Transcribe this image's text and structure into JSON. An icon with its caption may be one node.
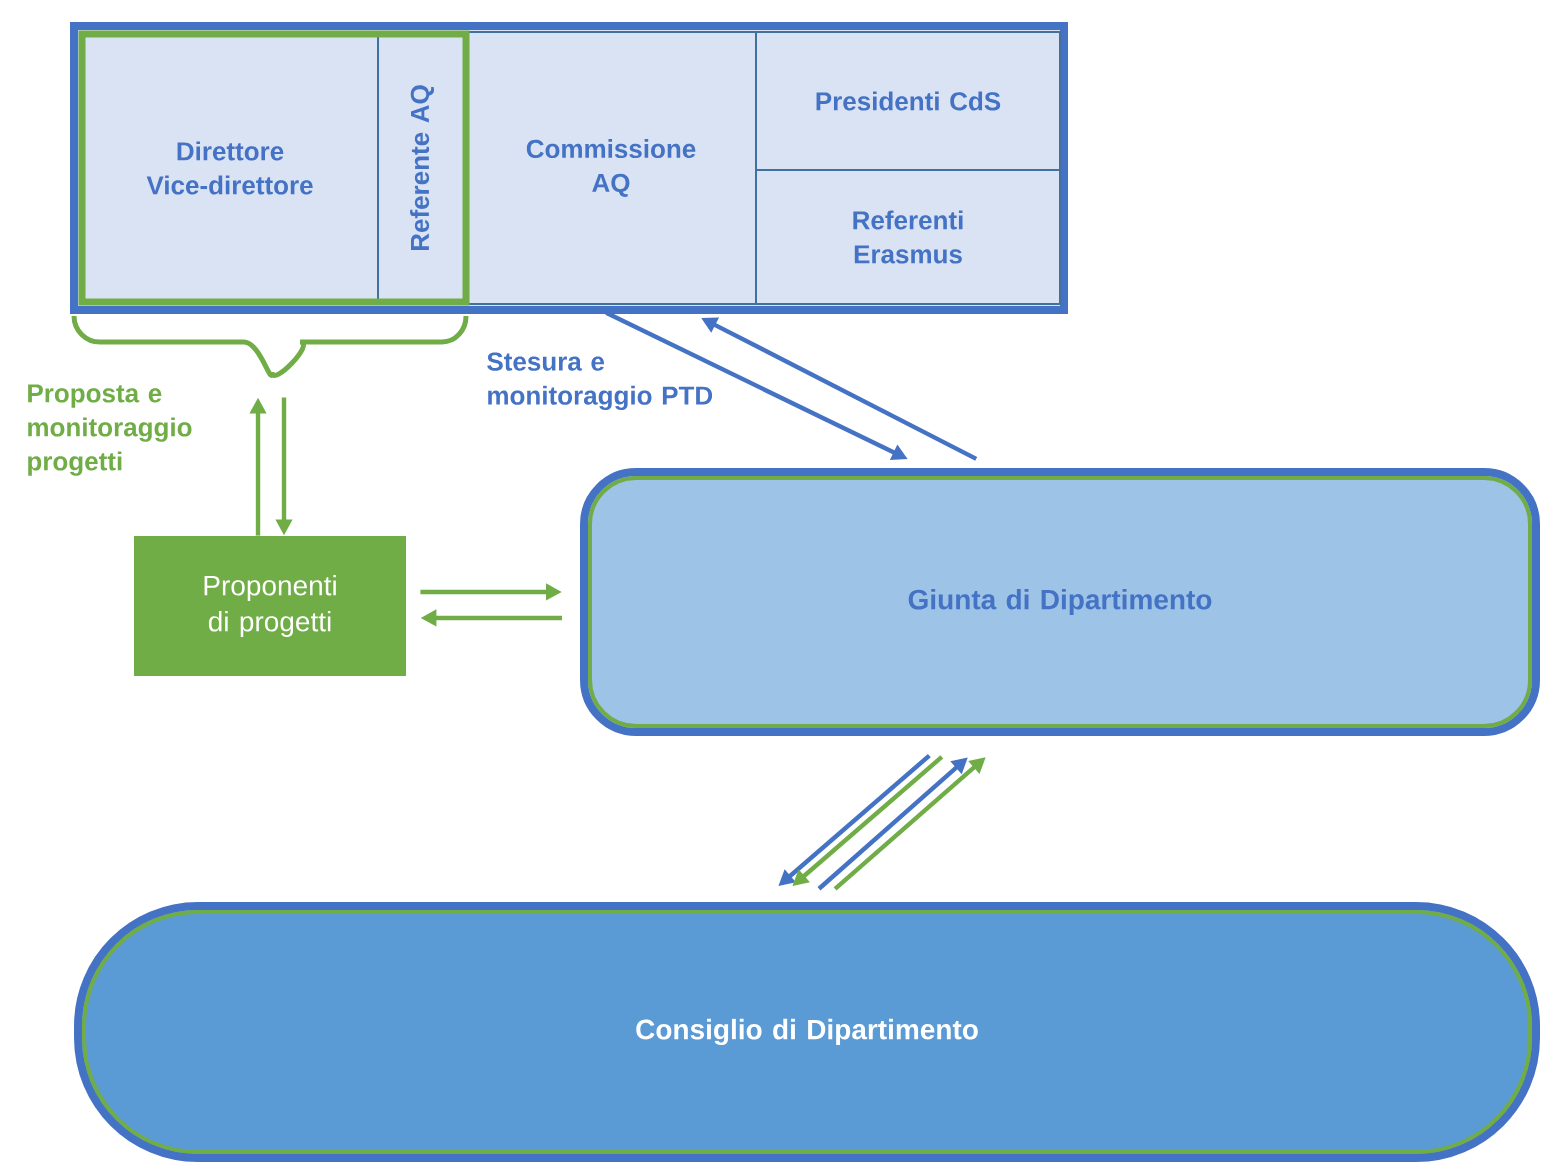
{
  "diagram": {
    "nodes": [
      {
        "text": [],
        "shape": "box"
      },
      {
        "text": [],
        "shape": "box",
        "in": 0
      },
      {
        "text": [
          "Direttore Vice-direttore"
        ],
        "in": 1
      },
      {
        "text": [
          "Referente AQ"
        ],
        "in": 1
      },
      {
        "text": [
          "Commissione AQ"
        ],
        "in": 0
      },
      {
        "text": [
          "Presidenti CdS"
        ],
        "in": 0
      },
      {
        "text": [
          "Referenti Erasmus"
        ],
        "in": 0
      },
      {
        "text": [
          "Proponenti di progetti"
        ]
      },
      {
        "text": [
          "Giunta di Dipartimento"
        ]
      },
      {
        "text": [
          "Consiglio di Dipartimento"
        ]
      }
    ],
    "edges": [
      {
        "from": 7,
        "to": 1,
        "arrow": "to",
        "label": "Proposta e monitoraggio progetti"
      },
      {
        "from": 1,
        "to": 7,
        "arrow": "to"
      },
      {
        "from": 7,
        "to": 8,
        "arrow": "to"
      },
      {
        "from": 8,
        "to": 7,
        "arrow": "to"
      },
      {
        "from": 4,
        "to": 8,
        "arrow": "to",
        "label": "Stesura e monitoraggio PTD",
        "color": "#4472c4"
      },
      {
        "from": 8,
        "to": 4,
        "arrow": "to",
        "color": "#4472c4"
      },
      {
        "from": 8,
        "to": 9,
        "arrow": "to",
        "color": "#4472c4"
      },
      {
        "from": 8,
        "to": 9,
        "arrow": "to"
      },
      {
        "from": 9,
        "to": 8,
        "arrow": "to",
        "color": "#4472c4"
      },
      {
        "from": 9,
        "to": 8,
        "arrow": "to"
      }
    ]
  }
}
